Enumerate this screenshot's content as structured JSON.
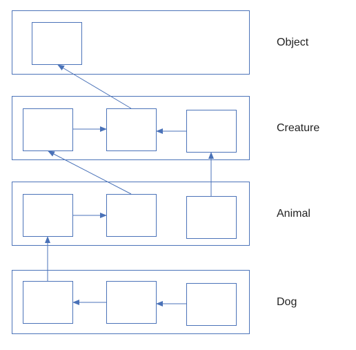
{
  "diagram": {
    "stroke_color": "#4a72b8",
    "layers": [
      {
        "id": "object",
        "label": "Object"
      },
      {
        "id": "creature",
        "label": "Creature"
      },
      {
        "id": "animal",
        "label": "Animal"
      },
      {
        "id": "dog",
        "label": "Dog"
      }
    ],
    "nodes": [
      {
        "id": "object-box-1",
        "layer": "object"
      },
      {
        "id": "creature-box-1",
        "layer": "creature"
      },
      {
        "id": "creature-box-2",
        "layer": "creature"
      },
      {
        "id": "creature-box-3",
        "layer": "creature"
      },
      {
        "id": "animal-box-1",
        "layer": "animal"
      },
      {
        "id": "animal-box-2",
        "layer": "animal"
      },
      {
        "id": "animal-box-3",
        "layer": "animal"
      },
      {
        "id": "dog-box-1",
        "layer": "dog"
      },
      {
        "id": "dog-box-2",
        "layer": "dog"
      },
      {
        "id": "dog-box-3",
        "layer": "dog"
      }
    ],
    "edges": [
      {
        "from": "creature-box-2",
        "to": "object-box-1"
      },
      {
        "from": "creature-box-1",
        "to": "creature-box-2"
      },
      {
        "from": "creature-box-3",
        "to": "creature-box-2"
      },
      {
        "from": "animal-box-2",
        "to": "creature-box-1"
      },
      {
        "from": "animal-box-3",
        "to": "creature-box-3"
      },
      {
        "from": "animal-box-1",
        "to": "animal-box-2"
      },
      {
        "from": "dog-box-1",
        "to": "animal-box-1"
      },
      {
        "from": "dog-box-2",
        "to": "dog-box-1"
      },
      {
        "from": "dog-box-3",
        "to": "dog-box-2"
      }
    ]
  }
}
